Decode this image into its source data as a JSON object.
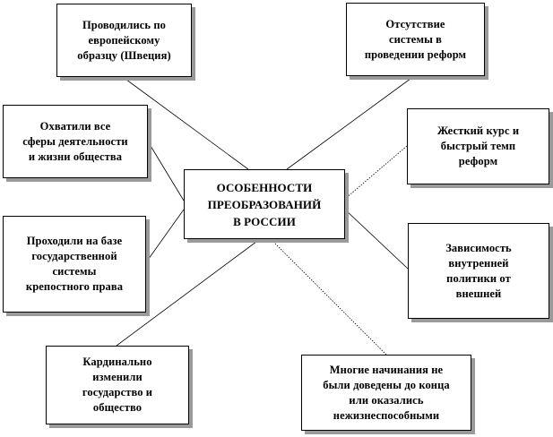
{
  "center": {
    "text": "ОСОБЕННОСТИ\nПРЕОБРАЗОВАНИЙ\nВ РОССИИ"
  },
  "features": [
    {
      "text": "Проводились по\nевропейскому\nобразцу (Швеция)"
    },
    {
      "text": "Отсутствие\nсистемы в\nпроведении реформ"
    },
    {
      "text": "Охватили все\nсферы деятельности\nи жизни общества"
    },
    {
      "text": "Жесткий курс и\nбыстрый темп\nреформ"
    },
    {
      "text": "Проходили на базе\nгосударственной\nсистемы\nкрепостного права"
    },
    {
      "text": "Зависимость\nвнутренней\nполитики от\nвнешней"
    },
    {
      "text": "Кардинально\nизменили\nгосударство и\nобщество"
    },
    {
      "text": "Многие начинания не\nбыли доведены до конца\nили оказались\nнежизнеспособными"
    }
  ]
}
